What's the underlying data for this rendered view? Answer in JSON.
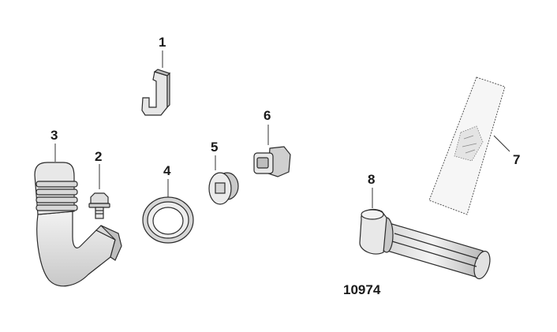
{
  "callouts": {
    "c1": "1",
    "c2": "2",
    "c3": "3",
    "c4": "4",
    "c5": "5",
    "c6": "6",
    "c7": "7",
    "c8": "8"
  },
  "drawing_number": "10974",
  "colors": {
    "line": "#2b2b2b",
    "shade_light": "#efefef",
    "shade_mid": "#cfcfcf",
    "shade_dark": "#9a9a9a"
  }
}
